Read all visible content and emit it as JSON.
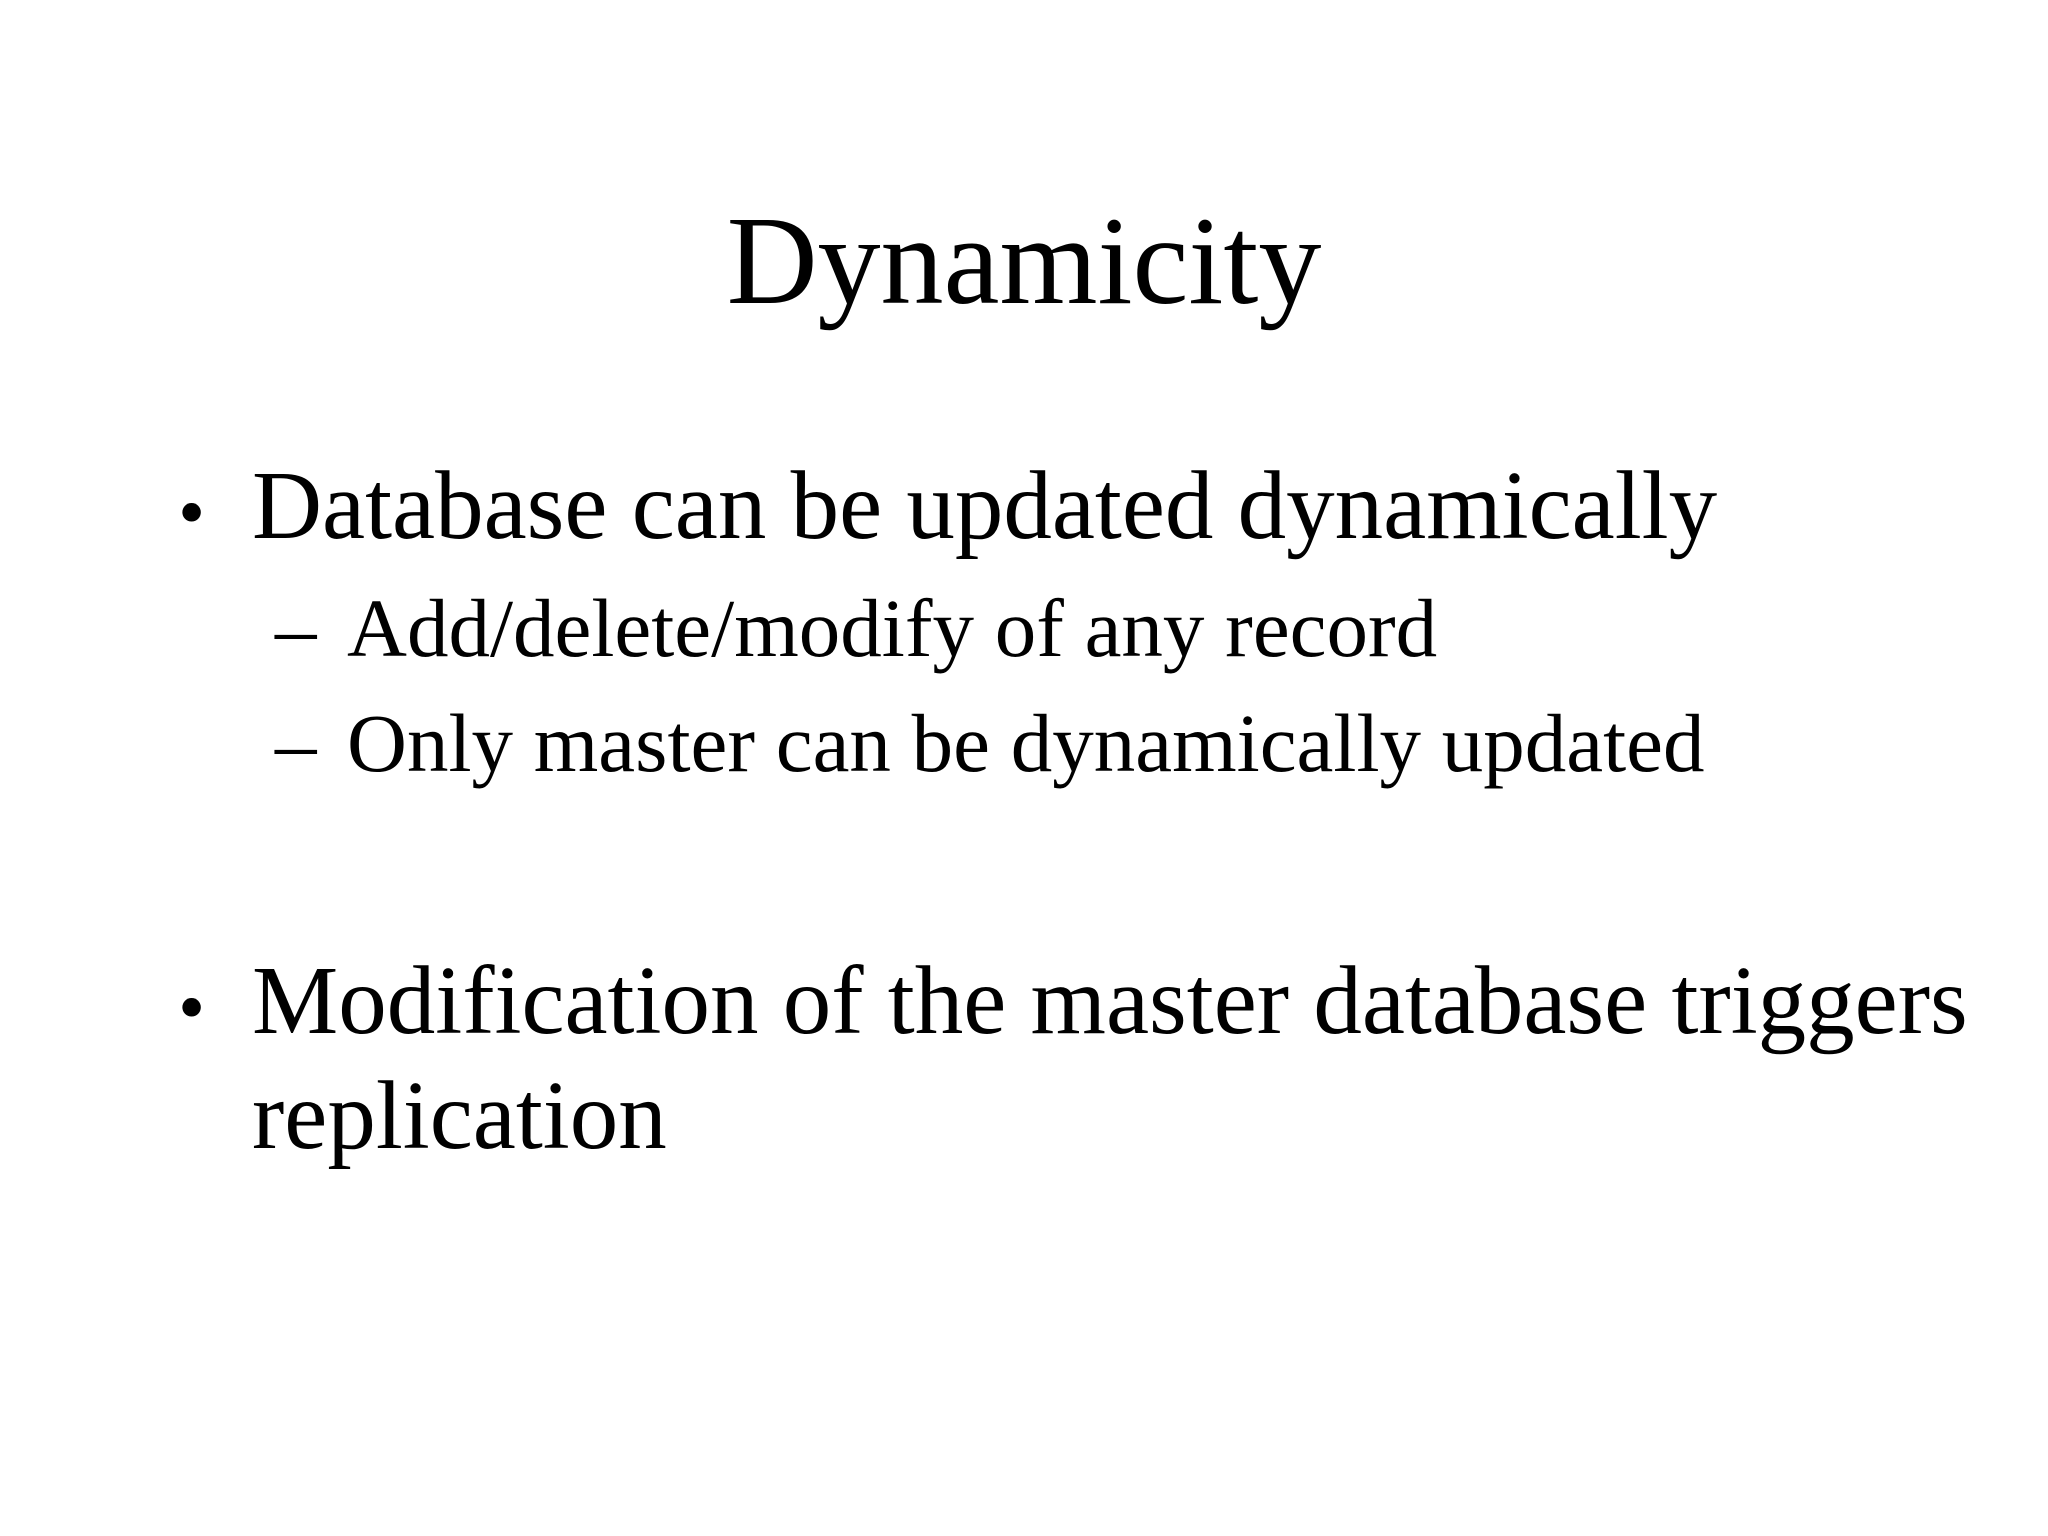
{
  "slide": {
    "title": "Dynamicity",
    "bullets": {
      "b1": {
        "marker": "•",
        "text": "Database can be updated dynamically",
        "sub1": {
          "marker": "–",
          "text": "Add/delete/modify of any record"
        },
        "sub2": {
          "marker": "–",
          "text": "Only master can be dynamically updated"
        }
      },
      "b2": {
        "marker": "•",
        "text": "Modification of the master database triggers replication"
      }
    },
    "colors": {
      "background": "#ffffff",
      "text": "#000000"
    }
  }
}
